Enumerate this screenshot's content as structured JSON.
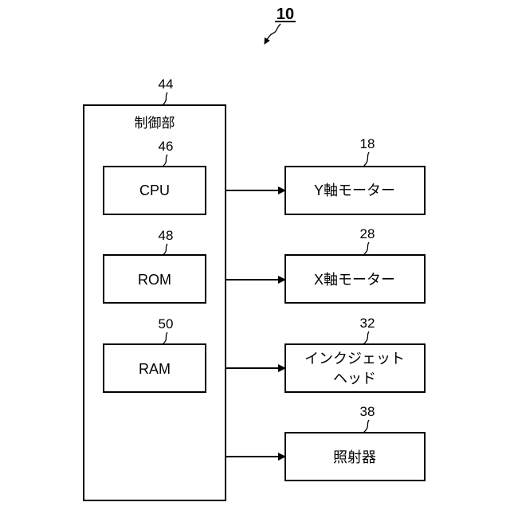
{
  "figure": {
    "number": "10",
    "controller": {
      "ref": "44",
      "label": "制御部",
      "components": [
        {
          "ref": "46",
          "label": "CPU"
        },
        {
          "ref": "48",
          "label": "ROM"
        },
        {
          "ref": "50",
          "label": "RAM"
        }
      ]
    },
    "outputs": [
      {
        "ref": "18",
        "lines": [
          "Y軸モーター"
        ]
      },
      {
        "ref": "28",
        "lines": [
          "X軸モーター"
        ]
      },
      {
        "ref": "32",
        "lines": [
          "インクジェット",
          "ヘッド"
        ]
      },
      {
        "ref": "38",
        "lines": [
          "照射器"
        ]
      }
    ]
  }
}
